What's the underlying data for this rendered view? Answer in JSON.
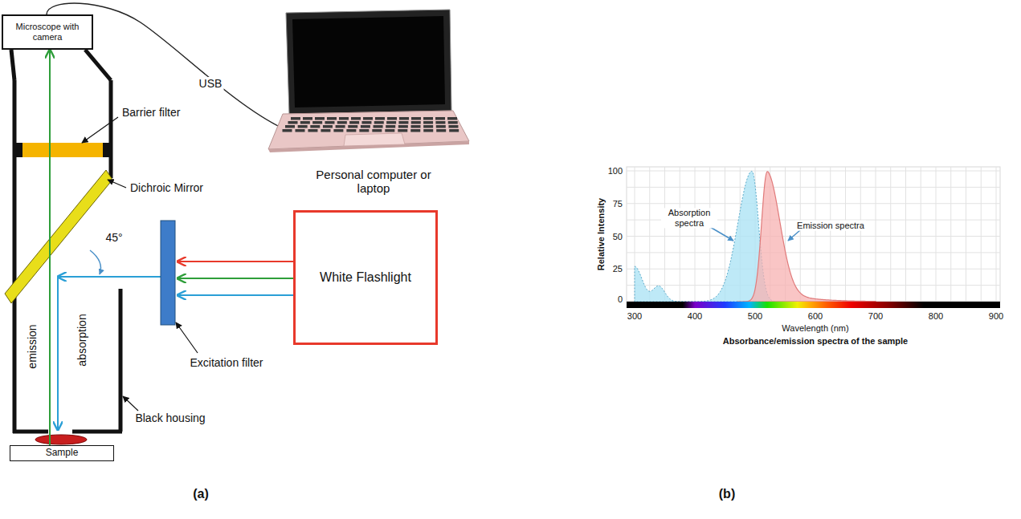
{
  "diagram": {
    "nodes": [
      {
        "text": [
          "Microscope with camera"
        ]
      },
      {
        "text": [
          "White Flashlight"
        ]
      },
      {
        "text": [
          "Sample"
        ]
      }
    ],
    "edges": [
      {
        "from": 2,
        "to": 0,
        "arrow": "to"
      }
    ],
    "labels": [
      "USB",
      "Personal computer or laptop",
      "Barrier filter",
      "Dichroic Mirror",
      "45°",
      "Excitation filter",
      "Black housing",
      "emission",
      "absorption",
      "(a)",
      "100",
      "75",
      "50",
      "25",
      "0",
      "Absorption spectra",
      "Emission spectra",
      "300",
      "400",
      "500",
      "600",
      "700",
      "800",
      "900",
      "Wavelength (nm)",
      "Relative Intensity",
      "Absorbance/emission spectra of the sample",
      "(b)"
    ]
  }
}
